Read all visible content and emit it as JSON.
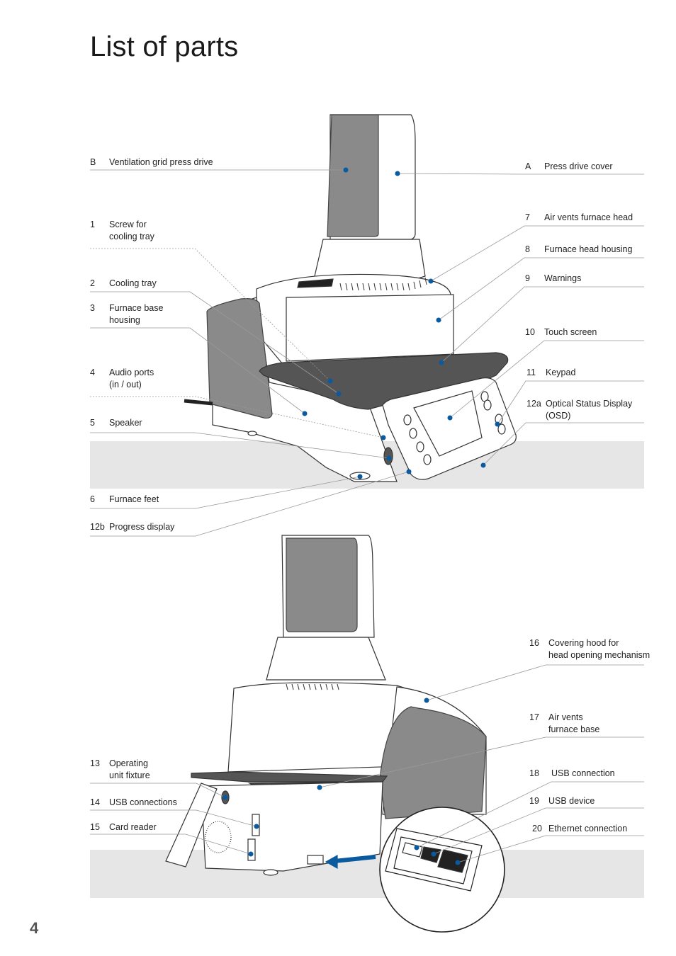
{
  "page": {
    "title": "List of parts",
    "page_number": "4"
  },
  "top_labels": [
    {
      "num": "B",
      "lines": [
        "Ventilation grid press drive"
      ]
    },
    {
      "num": "1",
      "lines": [
        "Screw for",
        "cooling tray"
      ]
    },
    {
      "num": "2",
      "lines": [
        "Cooling tray"
      ]
    },
    {
      "num": "3",
      "lines": [
        "Furnace base",
        "housing"
      ]
    },
    {
      "num": "4",
      "lines": [
        "Audio ports",
        "(in / out)"
      ]
    },
    {
      "num": "5",
      "lines": [
        "Speaker"
      ]
    },
    {
      "num": "6",
      "lines": [
        "Furnace feet"
      ]
    },
    {
      "num": "12b",
      "lines": [
        "Progress display"
      ]
    },
    {
      "num": "A",
      "lines": [
        "Press drive cover"
      ]
    },
    {
      "num": "7",
      "lines": [
        "Air vents furnace head"
      ]
    },
    {
      "num": "8",
      "lines": [
        "Furnace head housing"
      ]
    },
    {
      "num": "9",
      "lines": [
        "Warnings"
      ]
    },
    {
      "num": "10",
      "lines": [
        "Touch screen"
      ]
    },
    {
      "num": "11",
      "lines": [
        "Keypad"
      ]
    },
    {
      "num": "12a",
      "lines": [
        "Optical Status Display",
        "(OSD)"
      ]
    }
  ],
  "bottom_labels": [
    {
      "num": "16",
      "lines": [
        "Covering hood for",
        "head opening mechanism"
      ]
    },
    {
      "num": "17",
      "lines": [
        "Air vents",
        "furnace base"
      ]
    },
    {
      "num": "18",
      "lines": [
        "USB connection"
      ]
    },
    {
      "num": "19",
      "lines": [
        "USB device"
      ]
    },
    {
      "num": "20",
      "lines": [
        "Ethernet connection"
      ]
    },
    {
      "num": "13",
      "lines": [
        "Operating",
        "unit fixture"
      ]
    },
    {
      "num": "14",
      "lines": [
        "USB connections"
      ]
    },
    {
      "num": "15",
      "lines": [
        "Card reader"
      ]
    }
  ],
  "colors": {
    "accent_dot": "#0a5aa0",
    "leader_line": "#999999",
    "gray_band": "#e6e6e6",
    "device_gray": "#8a8a8a",
    "tray_dark": "#555555"
  }
}
